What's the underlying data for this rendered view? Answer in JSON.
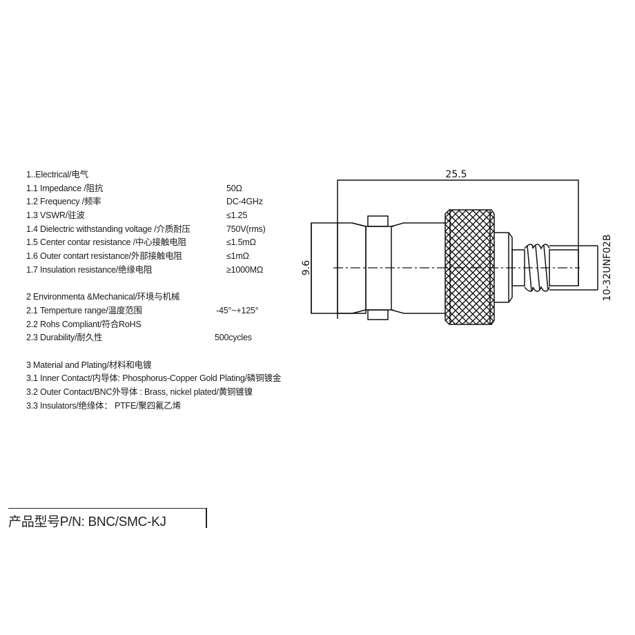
{
  "spec_sections": {
    "electrical": {
      "heading": "1..Electrical/电气",
      "rows": [
        {
          "label": "1.1 Impedance  /阻抗",
          "value": "50Ω"
        },
        {
          "label": "1.2 Frequency /频率",
          "value": "DC-4GHz"
        },
        {
          "label": "1.3 VSWR/驻波",
          "value": "≤1.25"
        },
        {
          "label": "1.4 Dielectric withstanding voltage /介质耐压",
          "value": "750V(rms)"
        },
        {
          "label": "1.5 Center contar resistance /中心接触电阻",
          "value": "≤1.5mΩ"
        },
        {
          "label": "1.6 Outer contart resistance/外部接触电阻",
          "value": "≤1mΩ"
        },
        {
          "label": "1.7 Insulation  resistance/绝缘电阻",
          "value": "≥1000MΩ"
        }
      ]
    },
    "environmental": {
      "heading": "2 Environmenta &Mechanical/环境与机械",
      "rows": [
        {
          "label": "2.1 Temperture range/温度范围",
          "value": "-45°~+125°"
        },
        {
          "label": "2.2 Rohs Compliant/符合RoHS",
          "value": ""
        },
        {
          "label": "2.3 Durability/耐久性",
          "value": "500cycles"
        }
      ]
    },
    "material": {
      "heading": "3 Material and Plating/材料和电镀",
      "rows": [
        {
          "label": "3.1 Inner Contact/内导体:  Phosphorus-Copper Gold Plating/磷铜镀金"
        },
        {
          "label": "3.2 Outer Contact/BNC外导体 : Brass, nickel plated/黄铜镀镍"
        },
        {
          "label": "3.3 Insulators/绝缘体：  PTFE/聚四氟乙烯"
        }
      ]
    }
  },
  "part_number": {
    "text": "产品型号P/N:  BNC/SMC-KJ"
  },
  "drawing": {
    "dim_length": "25.5",
    "dim_diameter": "9.6",
    "thread_spec": "10-32UNF02B"
  }
}
